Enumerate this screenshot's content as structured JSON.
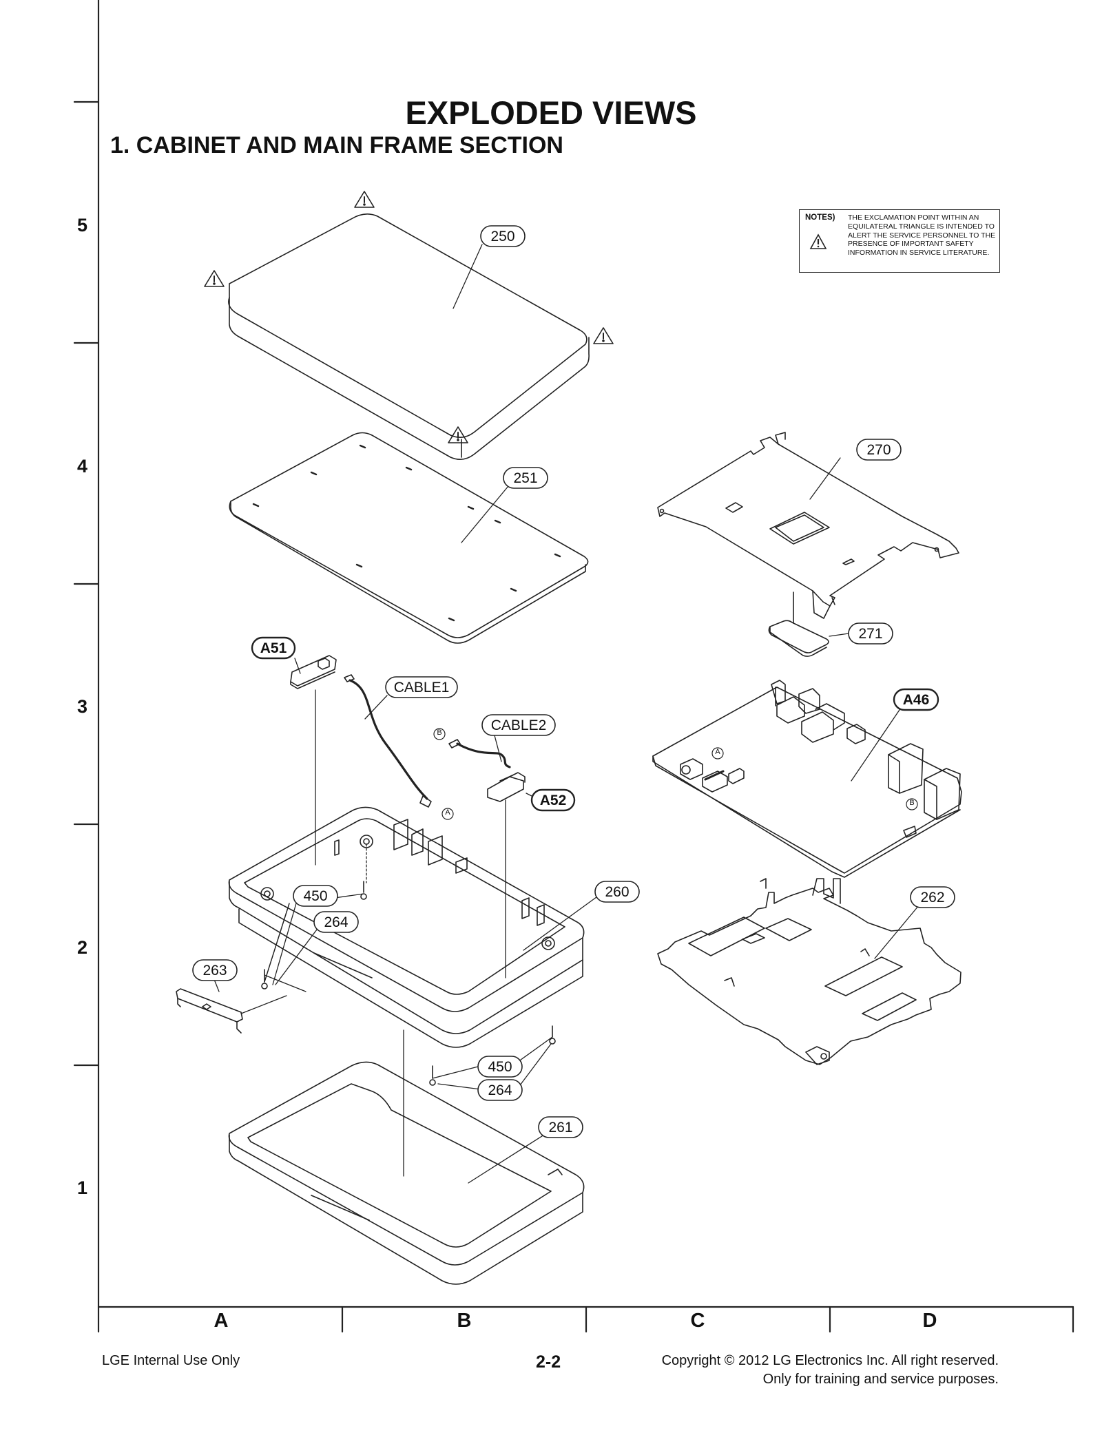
{
  "page": {
    "title": "EXPLODED VIEWS",
    "subtitle": "1. CABINET AND MAIN FRAME SECTION",
    "footer_left": "LGE Internal Use Only",
    "footer_page": "2-2",
    "footer_right_line1": "Copyright © 2012 LG Electronics Inc. All right reserved.",
    "footer_right_line2": "Only for training and service purposes."
  },
  "grid": {
    "rows": [
      "5",
      "4",
      "3",
      "2",
      "1"
    ],
    "columns": [
      "A",
      "B",
      "C",
      "D"
    ]
  },
  "notes": {
    "label": "NOTES)",
    "text": "The exclamation point within an equilateral triangle is intended to alert the service personnel to the presence of important safety information in service literature."
  },
  "callouts": {
    "c250": "250",
    "c251": "251",
    "c270": "270",
    "c271": "271",
    "ca51": "A51",
    "ccable1": "CABLE1",
    "ccable2": "CABLE2",
    "ca46": "A46",
    "ca52": "A52",
    "c260": "260",
    "c262": "262",
    "c450a": "450",
    "c264a": "264",
    "c263": "263",
    "c450b": "450",
    "c264b": "264",
    "c261": "261"
  },
  "connector_marks": {
    "a1": "A",
    "b1": "B",
    "a2": "A",
    "b2": "B"
  },
  "colors": {
    "line": "#222222",
    "background": "#ffffff"
  }
}
